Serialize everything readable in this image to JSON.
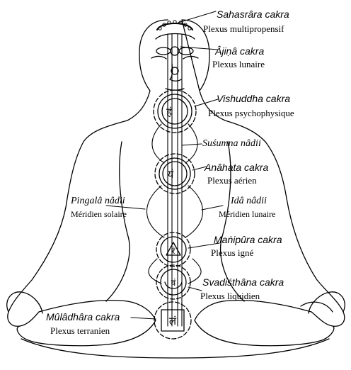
{
  "labels": {
    "sahasrara": {
      "name": "Sahasrâra cakra",
      "sub": "Plexus multipropensif"
    },
    "ajna": {
      "name": "Âjiṇâ cakra",
      "sub": "Plexus lunaire"
    },
    "vishuddha": {
      "name": "Vishuddha cakra",
      "sub": "Plexus psychophysique"
    },
    "susumna": {
      "name": "Suśumna nâdii"
    },
    "anahata": {
      "name": "Anâhata cakra",
      "sub": "Plexus aérien"
    },
    "pingala": {
      "name": "Pingalâ nâdii",
      "sub": "Méridien solaire"
    },
    "ida": {
      "name": "Idâ nâdii",
      "sub": "Méridien lunaire"
    },
    "manipura": {
      "name": "Maṅipûra cakra",
      "sub": "Plexus igné"
    },
    "svadisthana": {
      "name": "Svadiśthâna cakra",
      "sub": "Plexus liquidien"
    },
    "muladhara": {
      "name": "Mûlâdhâra cakra",
      "sub": "Plexus terranien"
    }
  },
  "glyphs": {
    "vishuddha": "हं",
    "anahata": "यं",
    "manipura": "रं",
    "svadisthana": "वं",
    "muladhara": "लं"
  }
}
